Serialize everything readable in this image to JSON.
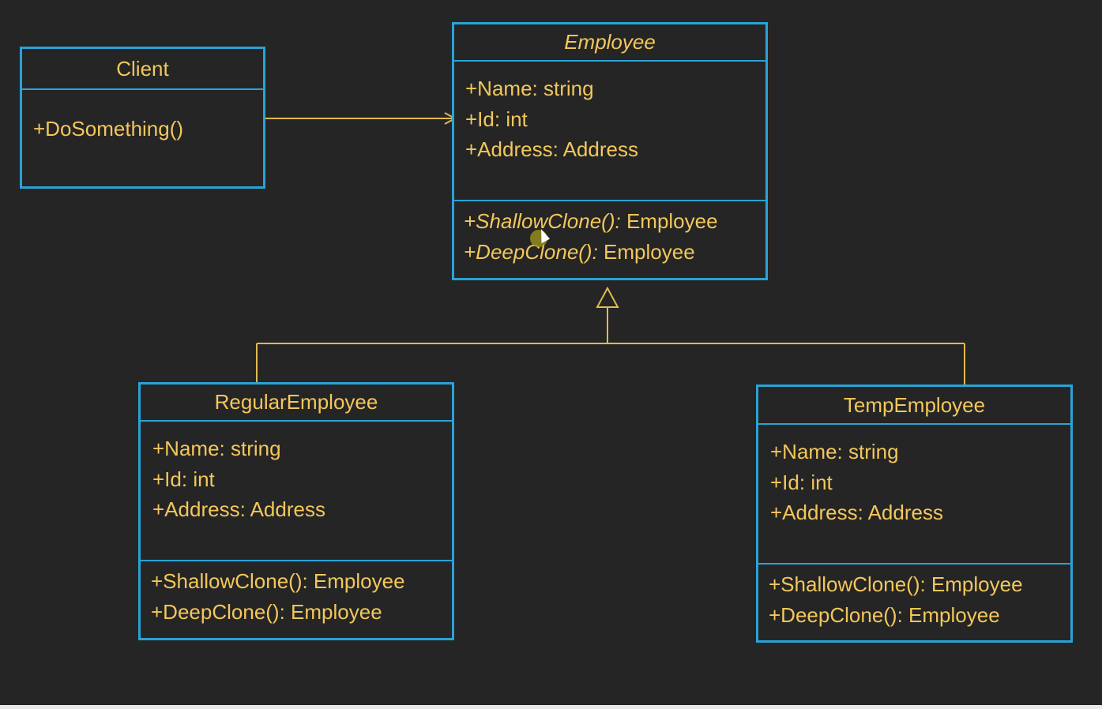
{
  "classes": {
    "client": {
      "name": "Client",
      "attributes": [],
      "operations": [
        "+DoSomething()"
      ]
    },
    "employee": {
      "name": "Employee",
      "abstract": true,
      "attributes": [
        "+Name: string",
        "+Id: int",
        "+Address: Address"
      ],
      "operations": [
        {
          "name": "+ShallowClone():",
          "type": " Employee"
        },
        {
          "name": "+DeepClone():",
          "type": " Employee"
        }
      ]
    },
    "regular_employee": {
      "name": "RegularEmployee",
      "attributes": [
        "+Name: string",
        "+Id: int",
        "+Address: Address"
      ],
      "operations": [
        "+ShallowClone(): Employee",
        "+DeepClone(): Employee"
      ]
    },
    "temp_employee": {
      "name": "TempEmployee",
      "attributes": [
        "+Name: string",
        "+Id: int",
        "+Address: Address"
      ],
      "operations": [
        "+ShallowClone(): Employee",
        "+DeepClone(): Employee"
      ]
    }
  },
  "relationships": [
    {
      "type": "association",
      "from": "Client",
      "to": "Employee"
    },
    {
      "type": "generalization",
      "from": "RegularEmployee",
      "to": "Employee"
    },
    {
      "type": "generalization",
      "from": "TempEmployee",
      "to": "Employee"
    }
  ],
  "colors": {
    "background": "#252525",
    "class_border": "#29a3d6",
    "text": "#f3c75b",
    "connector": "#e3b94f"
  }
}
